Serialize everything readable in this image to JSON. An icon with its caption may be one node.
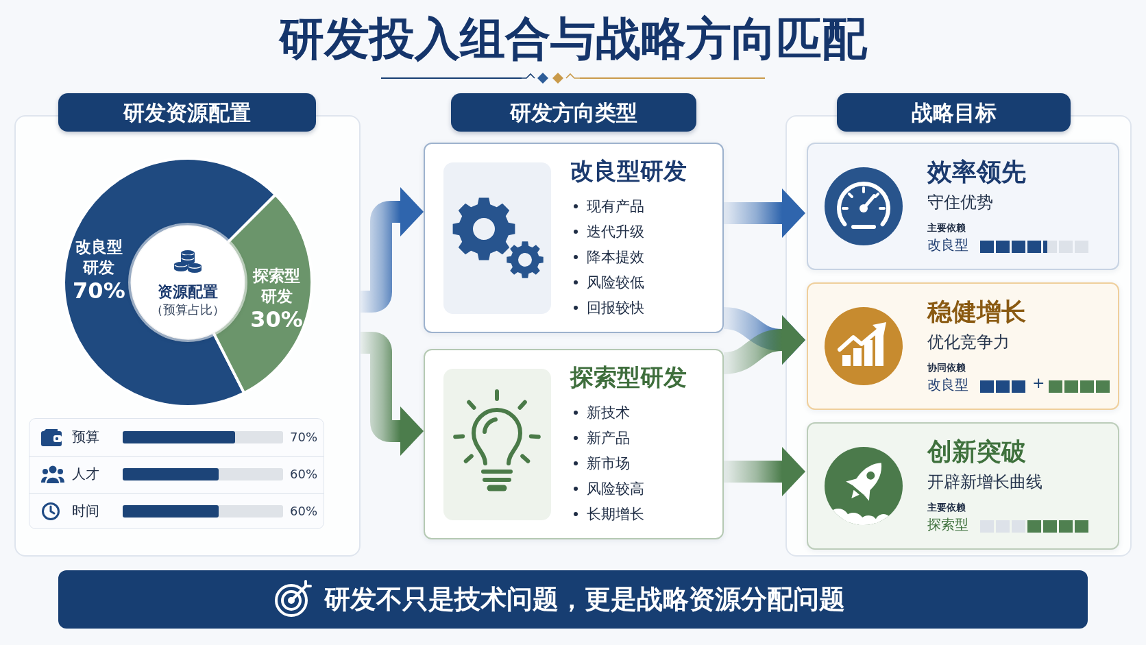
{
  "diagram": {
    "title": "研发投入组合与战略方向匹配",
    "nodes": [
      {
        "text": [
          "研发资源配置"
        ]
      },
      {
        "text": [],
        "shape": "box"
      },
      {
        "text": [
          "资源配置",
          "（预算占比）"
        ],
        "in": 1
      },
      {
        "text": [
          "研发方向类型"
        ]
      },
      {
        "text": [
          "改良型研发",
          "现有产品",
          "迭代升级",
          "降本提效",
          "风险较低",
          "回报较快"
        ]
      },
      {
        "text": [
          "探索型研发",
          "新技术",
          "新产品",
          "新市场",
          "风险较高",
          "长期增长"
        ]
      },
      {
        "text": [
          "战略目标"
        ]
      },
      {
        "text": [],
        "shape": "box"
      },
      {
        "text": [
          "效率领先",
          "守住优势",
          "主要依赖",
          "改良型"
        ],
        "in": 7
      },
      {
        "text": [
          "稳健增长",
          "优化竞争力",
          "协同依赖",
          "改良型",
          "+"
        ],
        "in": 7
      },
      {
        "text": [
          "创新突破",
          "开辟新增长曲线",
          "主要依赖",
          "探索型"
        ],
        "in": 7
      },
      {
        "text": [
          "研发不只是技术问题，更是战略资源分配问题"
        ]
      }
    ],
    "edges": [
      {
        "from": 1,
        "to": 4,
        "arrow": "to",
        "color": "#2f65ad"
      },
      {
        "from": 1,
        "to": 5,
        "arrow": "to",
        "color": "#4c7d4c"
      },
      {
        "from": 4,
        "to": 8,
        "arrow": "to",
        "color": "#2f65ad"
      },
      {
        "from": 4,
        "to": 9,
        "arrow": "to",
        "color": "#2f65ad"
      },
      {
        "from": 5,
        "to": 9,
        "arrow": "to",
        "color": "#4c7d4c"
      },
      {
        "from": 5,
        "to": 10,
        "arrow": "to",
        "color": "#4c7d4c"
      }
    ],
    "chart_data": [
      {
        "type": "donut",
        "categories": [
          "改良型研发",
          "探索型研发"
        ],
        "values": [
          70,
          30
        ],
        "value_labels": [
          "70%",
          "30%"
        ]
      },
      {
        "type": "bar",
        "orientation": "horizontal",
        "categories": [
          "预算",
          "人才",
          "时间"
        ],
        "values": [
          70,
          60,
          60
        ],
        "value_labels": [
          "70%",
          "60%",
          "60%"
        ]
      }
    ]
  }
}
